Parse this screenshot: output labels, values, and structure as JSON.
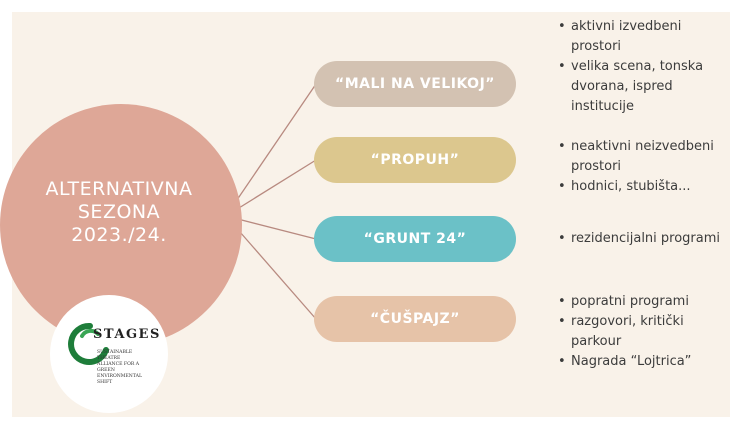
{
  "main": {
    "title_lines": [
      "ALTERNATIVNA",
      "SEZONA",
      "2023./24."
    ]
  },
  "logo": {
    "word": "STAGES",
    "subtitle_lines": [
      "Sustainable",
      "Theatre",
      "Alliance for a",
      "Green",
      "Environmental",
      "Shift"
    ]
  },
  "branches": [
    {
      "label": "“MALI NA VELIKOJ”",
      "color": "#d3c2b2",
      "bullets": [
        "aktivni izvedbeni prostori",
        "velika scena, tonska dvorana, ispred institucije"
      ]
    },
    {
      "label": "“PROPUH”",
      "color": "#dcc78e",
      "bullets": [
        "neaktivni neizvedbeni prostori",
        "hodnici, stubišta..."
      ]
    },
    {
      "label": "“GRUNT 24”",
      "color": "#6bc1c7",
      "bullets": [
        "rezidencijalni programi"
      ]
    },
    {
      "label": "“ČUŠPAJZ”",
      "color": "#e6c3a8",
      "bullets": [
        "popratni programi",
        "razgovori, kritički parkour",
        "Nagrada “Lojtrica”"
      ]
    }
  ],
  "colors": {
    "background": "#f9f2e9",
    "main_circle": "#dea797",
    "connector": "#b88a80",
    "text": "#3c3c3c"
  }
}
